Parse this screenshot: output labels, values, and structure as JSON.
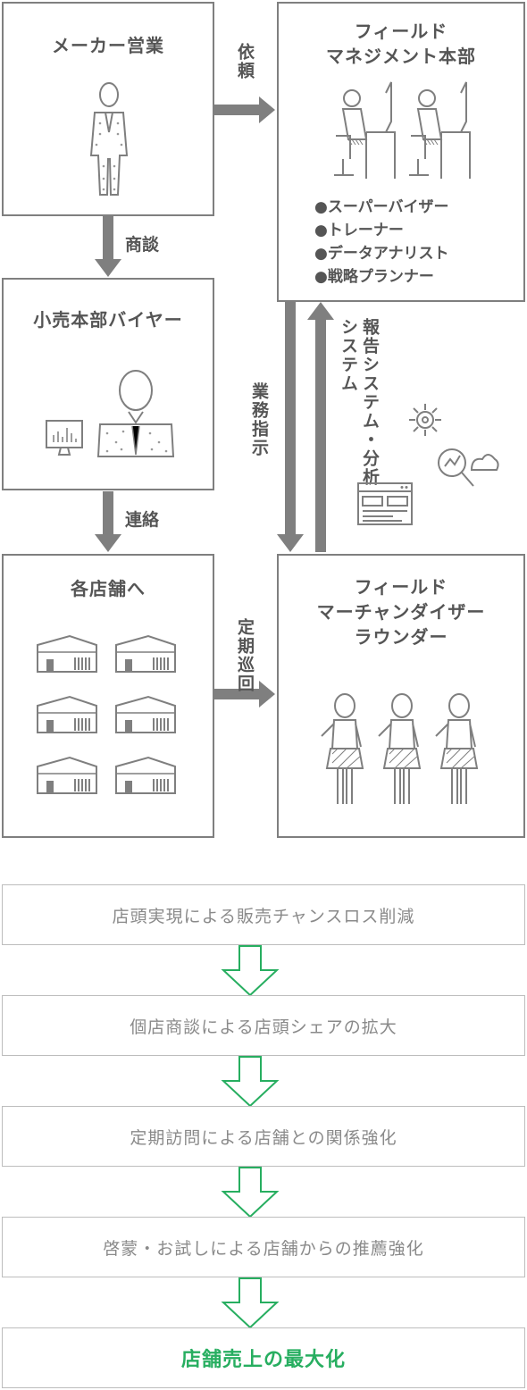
{
  "diagram": {
    "maker_sales": {
      "title": "メーカー営業"
    },
    "field_hq": {
      "title_line1": "フィールド",
      "title_line2": "マネジメント本部",
      "roles": [
        "●スーパーバイザー",
        "●トレーナー",
        "●データアナリスト",
        "●戦略プランナー"
      ]
    },
    "retail_buyer": {
      "title": "小売本部バイヤー"
    },
    "stores": {
      "title": "各店舗へ"
    },
    "fmr": {
      "title_line1": "フィールド",
      "title_line2": "マーチャンダイザー",
      "title_line3": "ラウンダー"
    },
    "edges": {
      "request": "依頼",
      "negotiation": "商談",
      "contact": "連絡",
      "instruction": "業務指示",
      "report": "報告システム・分析システム",
      "patrol": "定期巡回"
    }
  },
  "flow": {
    "steps": [
      "店頭実現による販売チャンスロス削減",
      "個店商談による店頭シェアの拡大",
      "定期訪問による店舗との関係強化",
      "啓蒙・お試しによる店舗からの推薦強化"
    ],
    "result": "店舗売上の最大化",
    "accent_color": "#27ae60",
    "arrow_color": "#27ae60"
  },
  "colors": {
    "box_border": "#7f7f7f",
    "arrow": "#7f7f7f",
    "text": "#555555"
  }
}
